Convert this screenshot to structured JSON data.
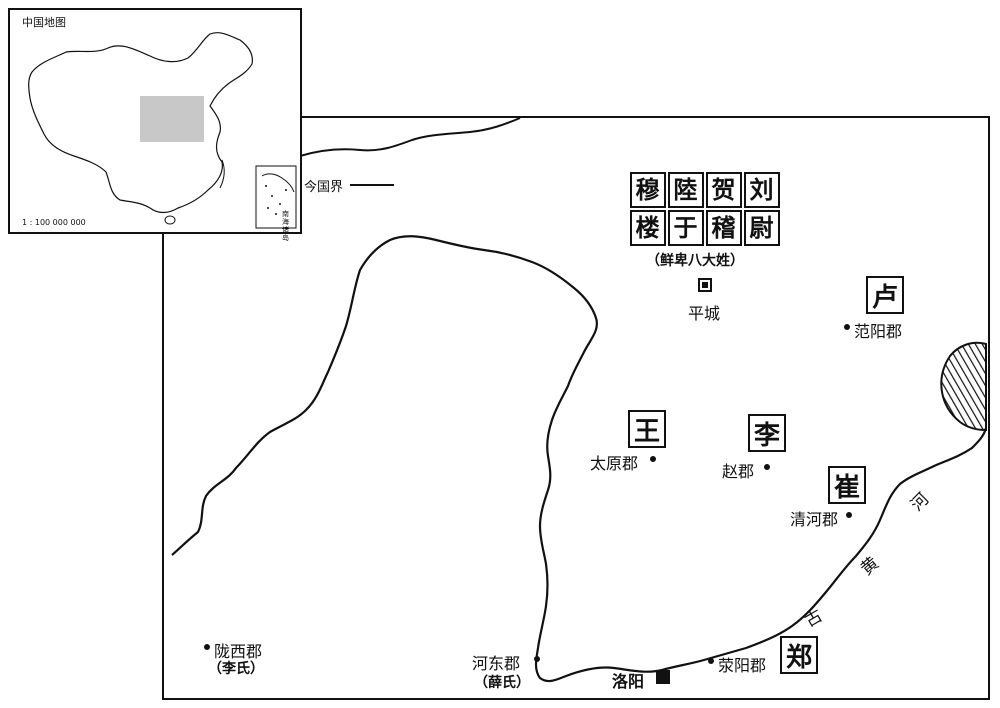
{
  "inset": {
    "title": "中国地图",
    "scale": "1 : 100 000 000",
    "south_sea_label": "南海诸岛"
  },
  "legend": {
    "border_label": "今国界"
  },
  "clans": {
    "row1": [
      "穆",
      "陸",
      "贺",
      "刘"
    ],
    "row2": [
      "楼",
      "于",
      "稽",
      "尉"
    ],
    "caption": "（鲜卑八大姓）"
  },
  "capital": {
    "name": "平城"
  },
  "surnames": {
    "lu": "卢",
    "wang": "王",
    "li": "李",
    "cui": "崔",
    "zheng": "郑"
  },
  "places": {
    "fanyang": "范阳郡",
    "taiyuan": "太原郡",
    "zhao": "赵郡",
    "qinghe": "清河郡",
    "xingyang": "荥阳郡",
    "luoyang": "洛阳",
    "hedong": "河东郡",
    "hedong_note": "（薛氏）",
    "longxi": "陇西郡",
    "longxi_note": "（李氏）"
  },
  "river": {
    "chars": [
      "古",
      "黄",
      "河"
    ]
  },
  "colors": {
    "ink": "#111111",
    "highlight": "#c8c8c8",
    "paper": "#ffffff"
  }
}
